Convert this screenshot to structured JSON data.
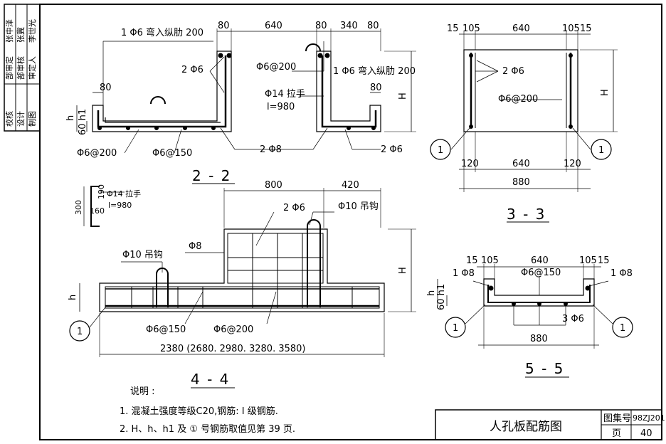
{
  "side_block": {
    "rows": [
      {
        "label": "校核",
        "role": "部审定",
        "name": "张中泽"
      },
      {
        "label": "设计",
        "role": "部审核",
        "name": "张冀"
      },
      {
        "label": "制图",
        "role": "审定人",
        "name": "李世光"
      }
    ]
  },
  "sec22": {
    "title": "2 - 2",
    "dims_top": [
      "80",
      "640",
      "80",
      "340",
      "80"
    ],
    "dim_left_80": "80",
    "dim_right_80": "80",
    "h": "h",
    "h1": "60 h1",
    "H": "H",
    "lbl_bend_left": "1 Φ6 弯入纵肋 200",
    "lbl_bend_right": "1 Φ6 弯入纵肋 200",
    "lbl_2phi6": "2 Φ6",
    "lbl_phi6_200_top": "Φ6@200",
    "lbl_handle": "Φ14 拉手",
    "lbl_handle_l": "l=980",
    "lbl_phi6_200": "Φ6@200",
    "lbl_phi6_150": "Φ6@150",
    "lbl_2phi8": "2 Φ8",
    "lbl_2phi6_b": "2 Φ6"
  },
  "sec33": {
    "title": "3 - 3",
    "dims_top": [
      "15",
      "105",
      "640",
      "105",
      "15"
    ],
    "dims_bottom": [
      "120",
      "640",
      "120"
    ],
    "total": "880",
    "H": "H",
    "lbl_2phi6": "2 Φ6",
    "lbl_phi6_200": "Φ6@200",
    "marker": "1"
  },
  "handle_detail": {
    "lbl": "Φ14 拉手",
    "lbl_l": "l=980",
    "d300": "300",
    "d190": "190",
    "d160": "160"
  },
  "sec44": {
    "title": "4 - 4",
    "dim_800": "800",
    "dim_420": "420",
    "lbl_2phi6": "2 Φ6",
    "lbl_hook_r": "Φ10 吊钩",
    "lbl_hook_l": "Φ10 吊钩",
    "lbl_phi8": "Φ8",
    "H": "H",
    "h": "h",
    "lbl_phi6_150": "Φ6@150",
    "lbl_phi6_200": "Φ6@200",
    "total": "2380 (2680. 2980. 3280. 3580)",
    "marker": "1"
  },
  "sec55": {
    "title": "5 - 5",
    "dims_top": [
      "15",
      "105",
      "640",
      "105",
      "15"
    ],
    "lbl_1phi8_l": "1 Φ8",
    "lbl_1phi8_r": "1 Φ8",
    "lbl_phi6_150": "Φ6@150",
    "lbl_3phi6": "3 Φ6",
    "h1": "60 h1",
    "h": "h",
    "total": "880",
    "marker": "1"
  },
  "notes": {
    "heading": "说明 :",
    "items": [
      "1.  混凝土强度等级C20,钢筋: I 级钢筋.",
      "2.  H、h、h1 及 ① 号钢筋取值见第 39 页."
    ]
  },
  "title_block": {
    "drawing_title": "人孔板配筋图",
    "atlas_label": "图集号",
    "atlas_no": "98ZJ201",
    "page_label": "页",
    "page_no": "40"
  }
}
